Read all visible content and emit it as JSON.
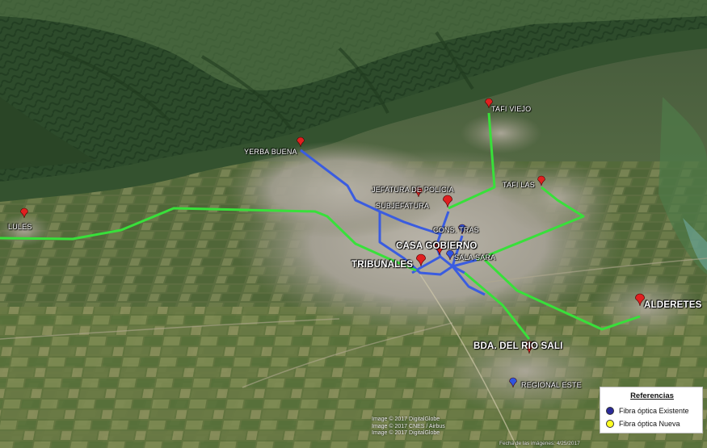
{
  "map": {
    "places": [
      {
        "id": "tafi-viejo",
        "label": "TAFI VIEJO",
        "marker": "red",
        "size": "small"
      },
      {
        "id": "yerba-buena",
        "label": "YERBA BUENA",
        "marker": "red",
        "size": "small"
      },
      {
        "id": "jefatura",
        "label": "JEFATURA DE POLICIA",
        "marker": "red",
        "size": "small"
      },
      {
        "id": "subjefatura",
        "label": "SUBJEFATURA",
        "marker": "red",
        "size": "big"
      },
      {
        "id": "tafi-las",
        "label": "TAFI LAS",
        "marker": "red",
        "size": "small"
      },
      {
        "id": "lules",
        "label": "LULES",
        "marker": "red",
        "size": "small"
      },
      {
        "id": "cons",
        "label": "CONS. TRAS",
        "marker": "blue",
        "size": "small"
      },
      {
        "id": "casa-gobierno",
        "label": "CASA GOBIERNO",
        "marker": "red",
        "size": "big"
      },
      {
        "id": "sala",
        "label": "SALA SARA",
        "marker": "blue",
        "size": "small"
      },
      {
        "id": "tribunales",
        "label": "TRIBUNALES",
        "marker": "red",
        "size": "big"
      },
      {
        "id": "alderetes",
        "label": "ALDERETES",
        "marker": "red",
        "size": "big"
      },
      {
        "id": "bda-rio-sali",
        "label": "BDA. DEL RIO SALI",
        "marker": "red",
        "size": "big"
      },
      {
        "id": "regional-este",
        "label": "REGIONAL ESTE",
        "marker": "blue",
        "size": "small"
      }
    ],
    "routes": {
      "existing_color": "#3a5ce0",
      "new_color": "#38e03a"
    }
  },
  "legend": {
    "title": "Referencias",
    "items": [
      {
        "label": "Fibra óptica Existente",
        "color": "#2a2a9a"
      },
      {
        "label": "Fibra óptica Nueva",
        "color": "#ffff22"
      }
    ]
  },
  "credits": {
    "lines": [
      "Image © 2017 DigitalGlobe",
      "Image © 2017 CNES / Airbus",
      "Image © 2017 DigitalGlobe"
    ],
    "date": "Fecha de las imágenes: 4/25/2017"
  }
}
